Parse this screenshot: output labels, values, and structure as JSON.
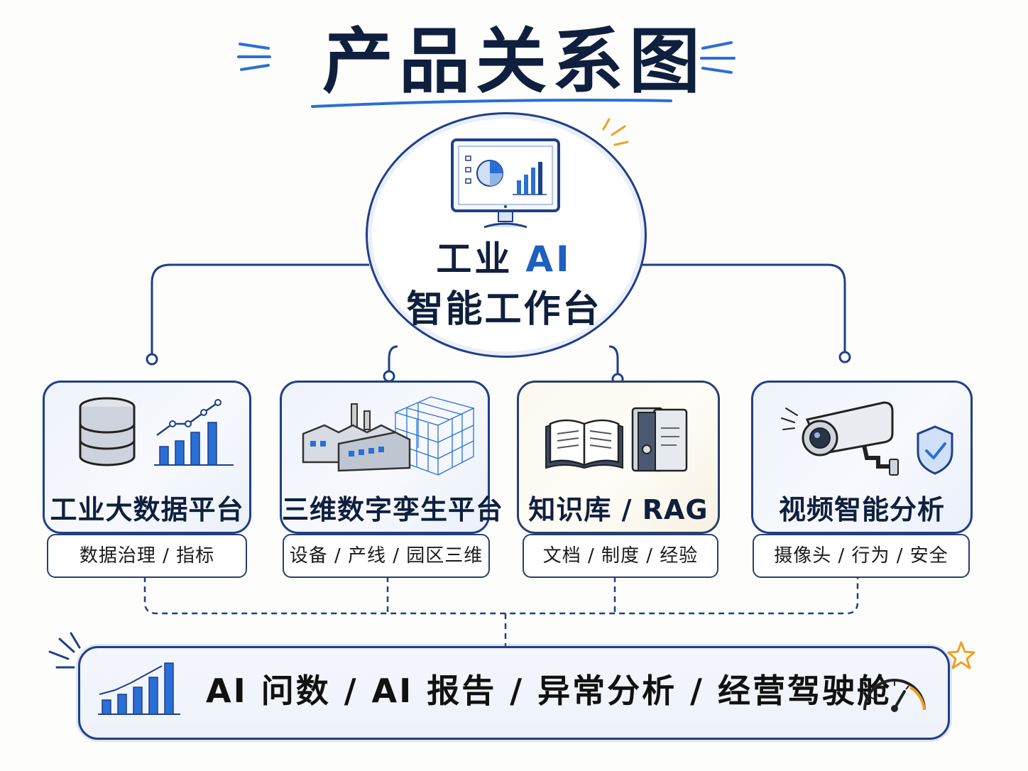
{
  "title": "产品关系图",
  "center": {
    "line1_prefix": "工业",
    "line1_ai": "AI",
    "line2": "智能工作台",
    "icon": "monitor-dashboard-icon"
  },
  "products": [
    {
      "title": "工业大数据平台",
      "subtitle": "数据治理 / 指标",
      "icon": "database-chart-icon"
    },
    {
      "title": "三维数字孪生平台",
      "subtitle": "设备 / 产线 / 园区三维",
      "icon": "factory-3d-grid-icon"
    },
    {
      "title": "知识库 / RAG",
      "subtitle": "文档 / 制度 / 经验",
      "icon": "books-icon"
    },
    {
      "title": "视频智能分析",
      "subtitle": "摄像头 / 行为 / 安全",
      "icon": "security-camera-icon"
    }
  ],
  "bottom": {
    "text": "AI 问数 / AI 报告 / 异常分析 / 经营驾驶舱",
    "left_icon": "bar-chart-icon",
    "right_icon": "gauge-icon"
  },
  "colors": {
    "primary": "#1f3f8a",
    "accent": "#1f5fbf",
    "highlight": "#f0a020",
    "text": "#0f1f3d"
  }
}
